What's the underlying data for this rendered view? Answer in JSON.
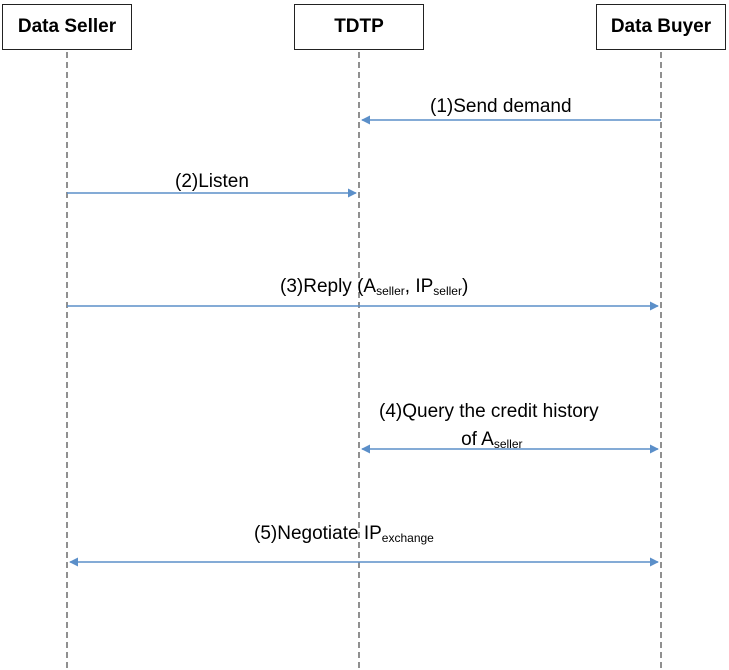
{
  "actors": {
    "seller": "Data Seller",
    "tdtp": "TDTP",
    "buyer": "Data Buyer"
  },
  "messages": {
    "m1": {
      "text": "(1)Send demand"
    },
    "m2": {
      "text": "(2)Listen"
    },
    "m3": {
      "prefix": "(3)Reply (",
      "a": "A",
      "a_sub": "seller",
      "sep": ", IP",
      "ip_sub": "seller",
      "suffix": ")"
    },
    "m4": {
      "line1": "(4)Query the credit history",
      "line2_prefix": "of A",
      "line2_sub": "seller"
    },
    "m5": {
      "prefix": "(5)Negotiate IP",
      "sub": "exchange"
    }
  },
  "colors": {
    "arrow": "#5b8fc9",
    "lifeline": "#555555",
    "box_border": "#222222"
  }
}
